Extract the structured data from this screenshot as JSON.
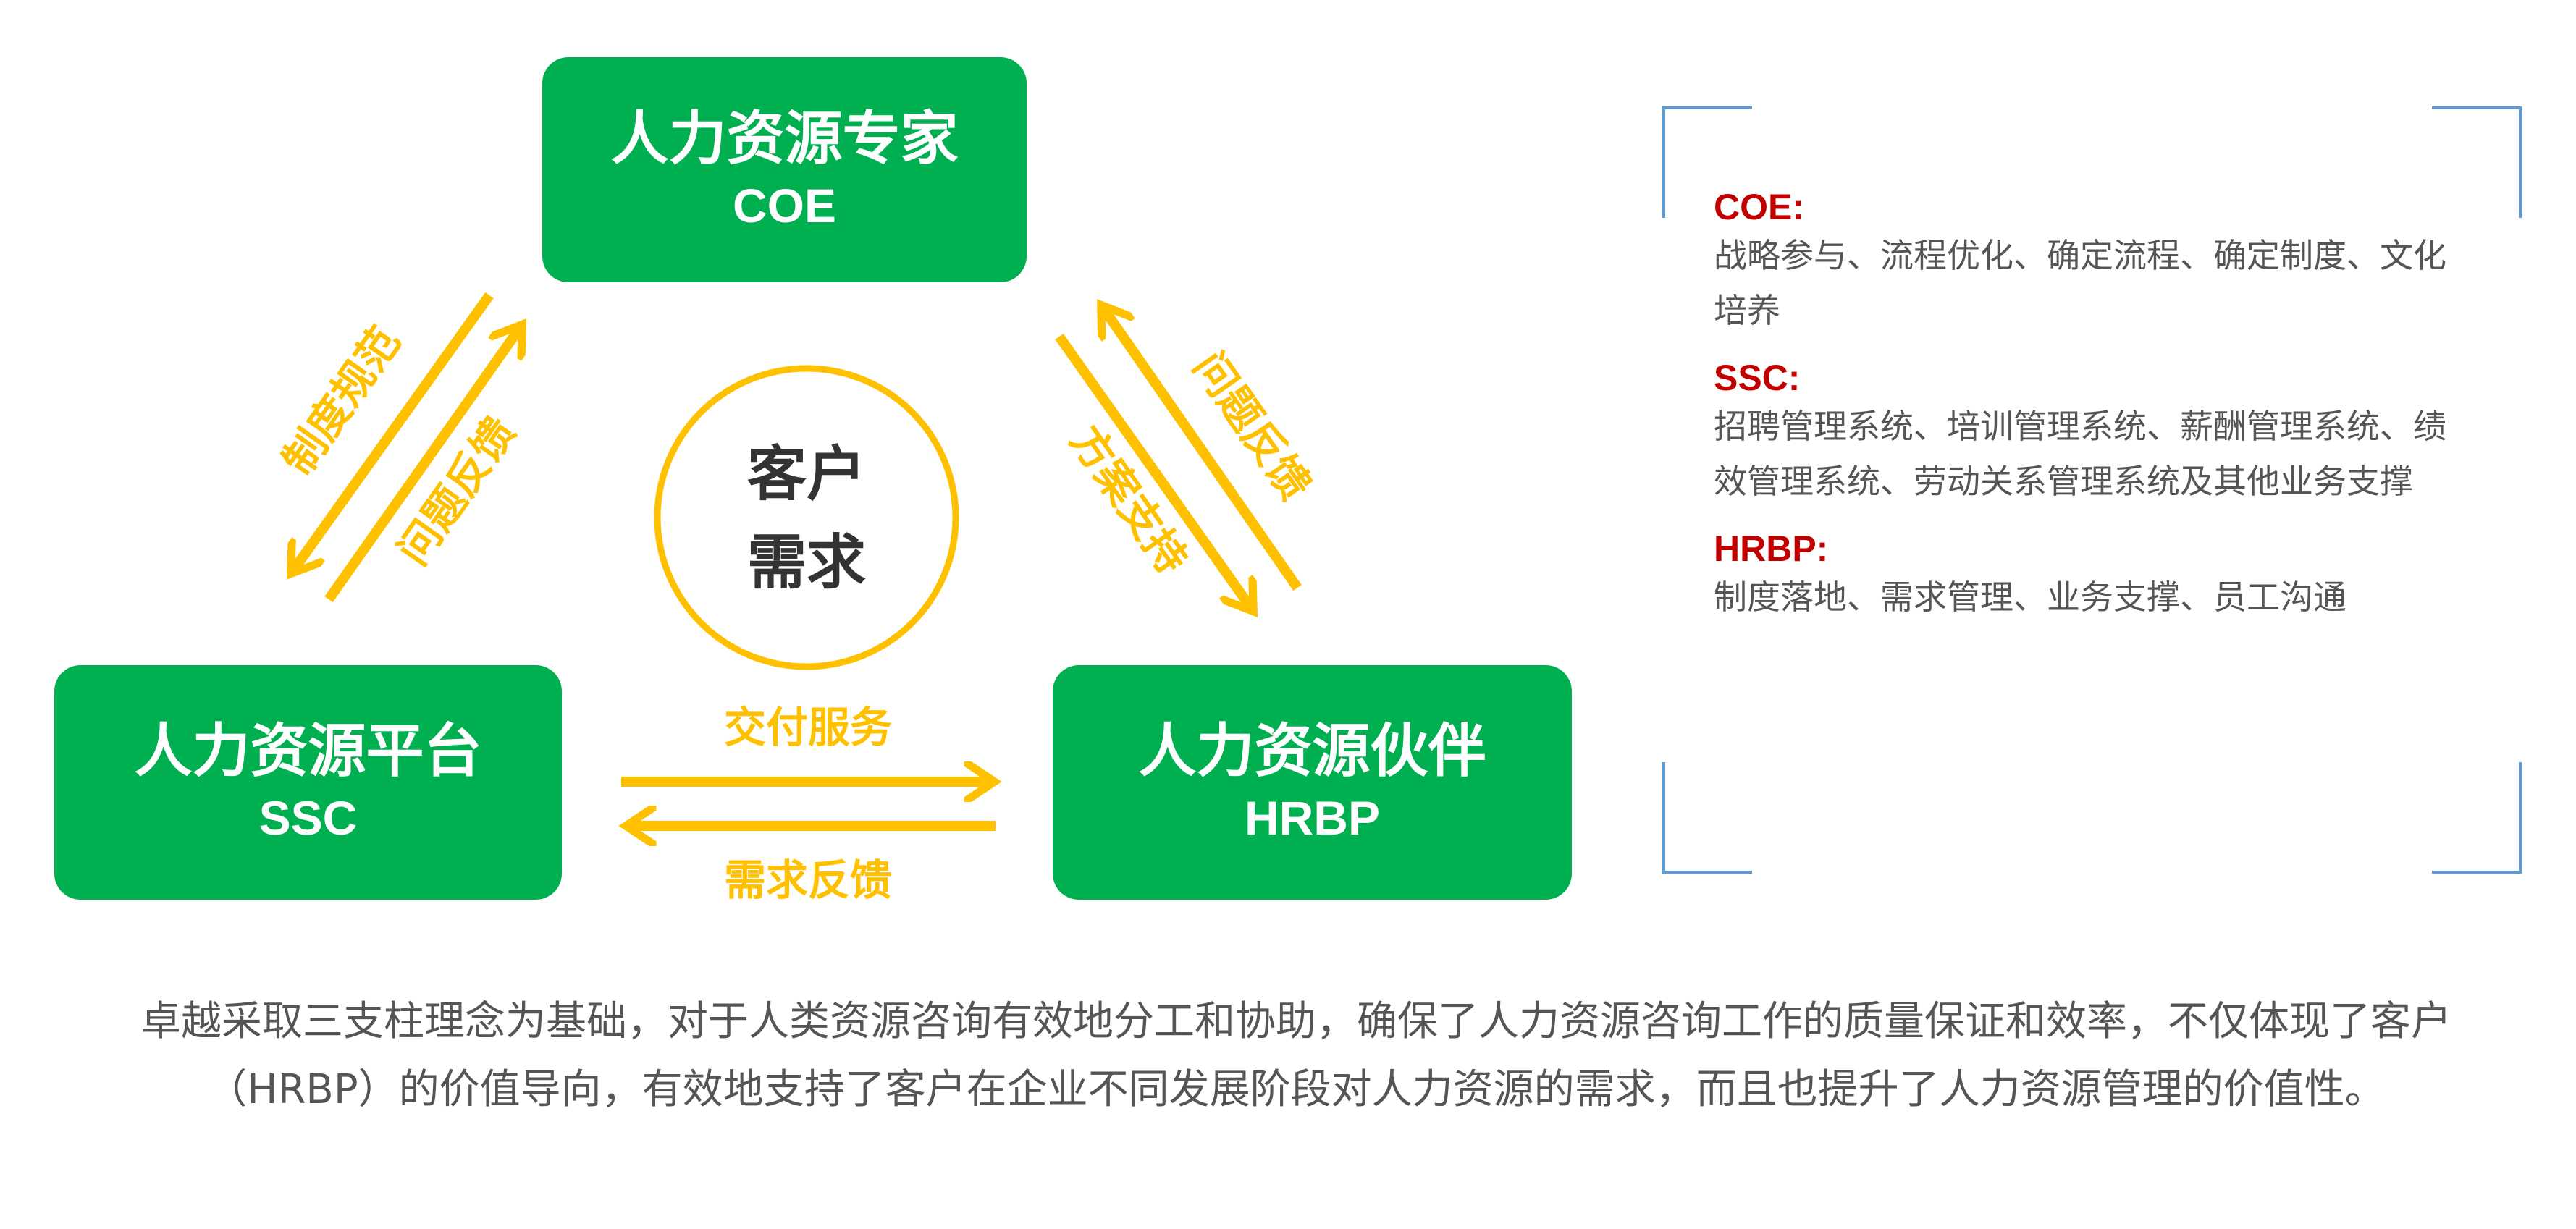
{
  "colors": {
    "green": "#00B050",
    "arrow": "#FFC000",
    "heading": "#C00000",
    "bracket": "#5B9BD5",
    "text": "#555555"
  },
  "nodes": {
    "coe": {
      "title": "人力资源专家",
      "abbr": "COE"
    },
    "ssc": {
      "title": "人力资源平台",
      "abbr": "SSC"
    },
    "hrbp": {
      "title": "人力资源伙伴",
      "abbr": "HRBP"
    }
  },
  "center": {
    "line1": "客户",
    "line2": "需求"
  },
  "arrows": {
    "coe_to_ssc": "制度规范",
    "ssc_to_coe": "问题反馈",
    "hrbp_to_coe": "问题反馈",
    "coe_to_hrbp": "方案支持",
    "ssc_to_hrbp": "交付服务",
    "hrbp_to_ssc": "需求反馈"
  },
  "legend": [
    {
      "heading": "COE:",
      "desc": "战略参与、流程优化、确定流程、确定制度、文化培养"
    },
    {
      "heading": "SSC:",
      "desc": "招聘管理系统、培训管理系统、薪酬管理系统、绩效管理系统、劳动关系管理系统及其他业务支撑"
    },
    {
      "heading": "HRBP:",
      "desc": "制度落地、需求管理、业务支撑、员工沟通"
    }
  ],
  "paragraph": "卓越采取三支柱理念为基础，对于人类资源咨询有效地分工和协助，确保了人力资源咨询工作的质量保证和效率，不仅体现了客户（HRBP）的价值导向，有效地支持了客户在企业不同发展阶段对人力资源的需求，而且也提升了人力资源管理的价值性。"
}
